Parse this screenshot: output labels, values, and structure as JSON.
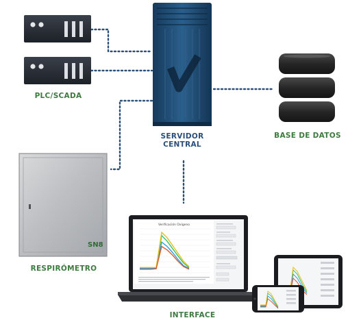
{
  "colors": {
    "label_green": "#3d7a3f",
    "link_blue": "#2a4f7a",
    "server_dark": "#262b35",
    "tower_blue": "#1f4a70",
    "db_dark": "#2b2b2b",
    "cabinet_steel": "#c3c5c8"
  },
  "nodes": {
    "plc": {
      "label": "PLC/SCADA",
      "icon": "rack-server-icon"
    },
    "server": {
      "label_line1": "SERVIDOR",
      "label_line2": "CENTRAL",
      "icon": "tower-server-icon"
    },
    "database": {
      "label": "BASE DE DATOS",
      "icon": "database-icon"
    },
    "respirometer": {
      "label": "RESPIRÓMETRO",
      "badge": "SN8",
      "icon": "steel-cabinet-icon"
    },
    "interface": {
      "label": "INTERFACE",
      "icons": [
        "laptop-icon",
        "tablet-icon",
        "smartphone-icon"
      ]
    }
  },
  "chart_data": {
    "type": "line",
    "title": "Verificación Oxígeno",
    "series": [
      {
        "name": "",
        "color": "#33c26b",
        "values": [
          0.1,
          0.1,
          0.1,
          0.11,
          0.85,
          0.72,
          0.55,
          0.38,
          0.22,
          0.12
        ]
      },
      {
        "name": "",
        "color": "#2f9be0",
        "values": [
          0.1,
          0.1,
          0.1,
          0.1,
          0.7,
          0.6,
          0.46,
          0.3,
          0.16,
          0.1
        ]
      },
      {
        "name": "",
        "color": "#e4c21e",
        "values": [
          0.12,
          0.12,
          0.12,
          0.12,
          0.92,
          0.8,
          0.62,
          0.44,
          0.26,
          0.14
        ]
      },
      {
        "name": "",
        "color": "#e05a28",
        "values": [
          0.08,
          0.08,
          0.08,
          0.09,
          0.6,
          0.52,
          0.4,
          0.26,
          0.14,
          0.08
        ]
      }
    ]
  }
}
